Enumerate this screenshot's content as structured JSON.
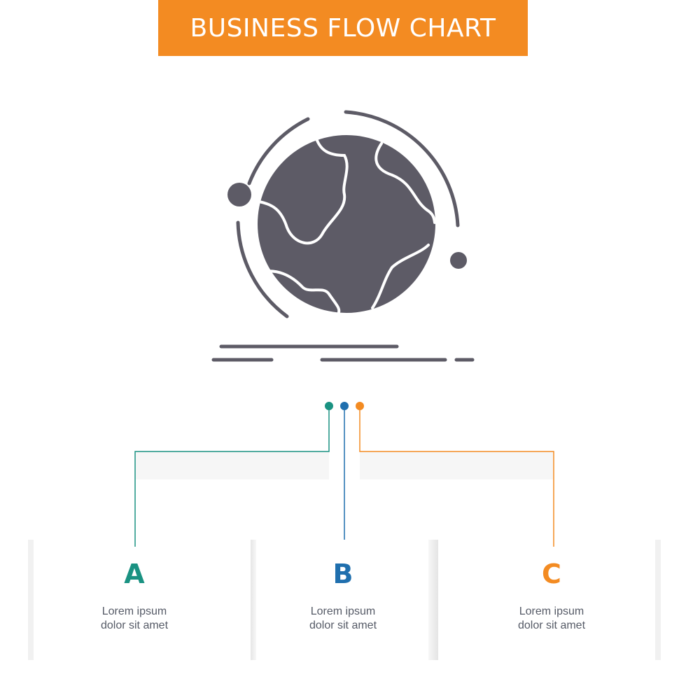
{
  "banner": {
    "title": "BUSINESS FLOW CHART",
    "color": "#f38b22"
  },
  "icon": {
    "name": "globe-orbit-icon",
    "color": "#5d5b66"
  },
  "steps": [
    {
      "letter": "A",
      "color": "#1a9282",
      "line1": "Lorem ipsum",
      "line2": "dolor sit amet"
    },
    {
      "letter": "B",
      "color": "#1f6fae",
      "line1": "Lorem ipsum",
      "line2": "dolor sit amet"
    },
    {
      "letter": "C",
      "color": "#f38b22",
      "line1": "Lorem ipsum",
      "line2": "dolor sit amet"
    }
  ]
}
